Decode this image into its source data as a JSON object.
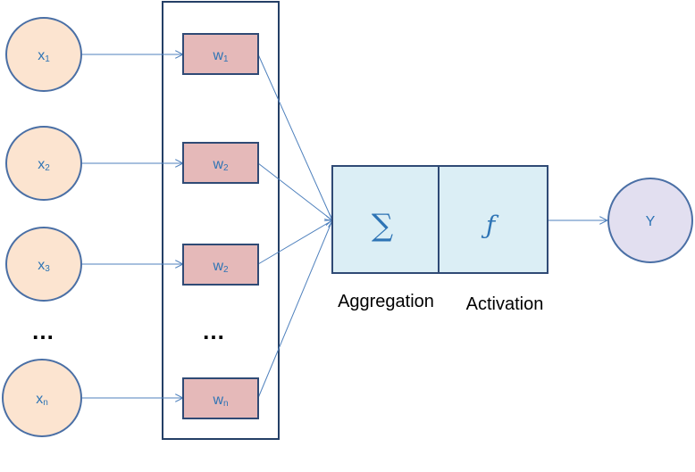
{
  "inputs": [
    {
      "base": "x",
      "sub": "1"
    },
    {
      "base": "x",
      "sub": "2"
    },
    {
      "base": "x",
      "sub": "3"
    },
    {
      "base": "x",
      "sub": "n"
    }
  ],
  "weights": [
    {
      "base": "w",
      "sub": "1"
    },
    {
      "base": "w",
      "sub": "2"
    },
    {
      "base": "w",
      "sub": "2"
    },
    {
      "base": "w",
      "sub": "n"
    }
  ],
  "ellipsis": "…",
  "aggregation": {
    "symbol": "∑",
    "caption": "Aggregation"
  },
  "activation": {
    "symbol": "ƒ",
    "caption": "Activation"
  },
  "output": {
    "label": "Y"
  },
  "colors": {
    "input_fill": "#fce4d0",
    "weight_fill": "#e5b9b9",
    "block_fill": "#dbeef5",
    "output_fill": "#e2dff0",
    "stroke": "#2f4a75",
    "connector": "#4f81bd",
    "label_text": "#2e74b5"
  }
}
